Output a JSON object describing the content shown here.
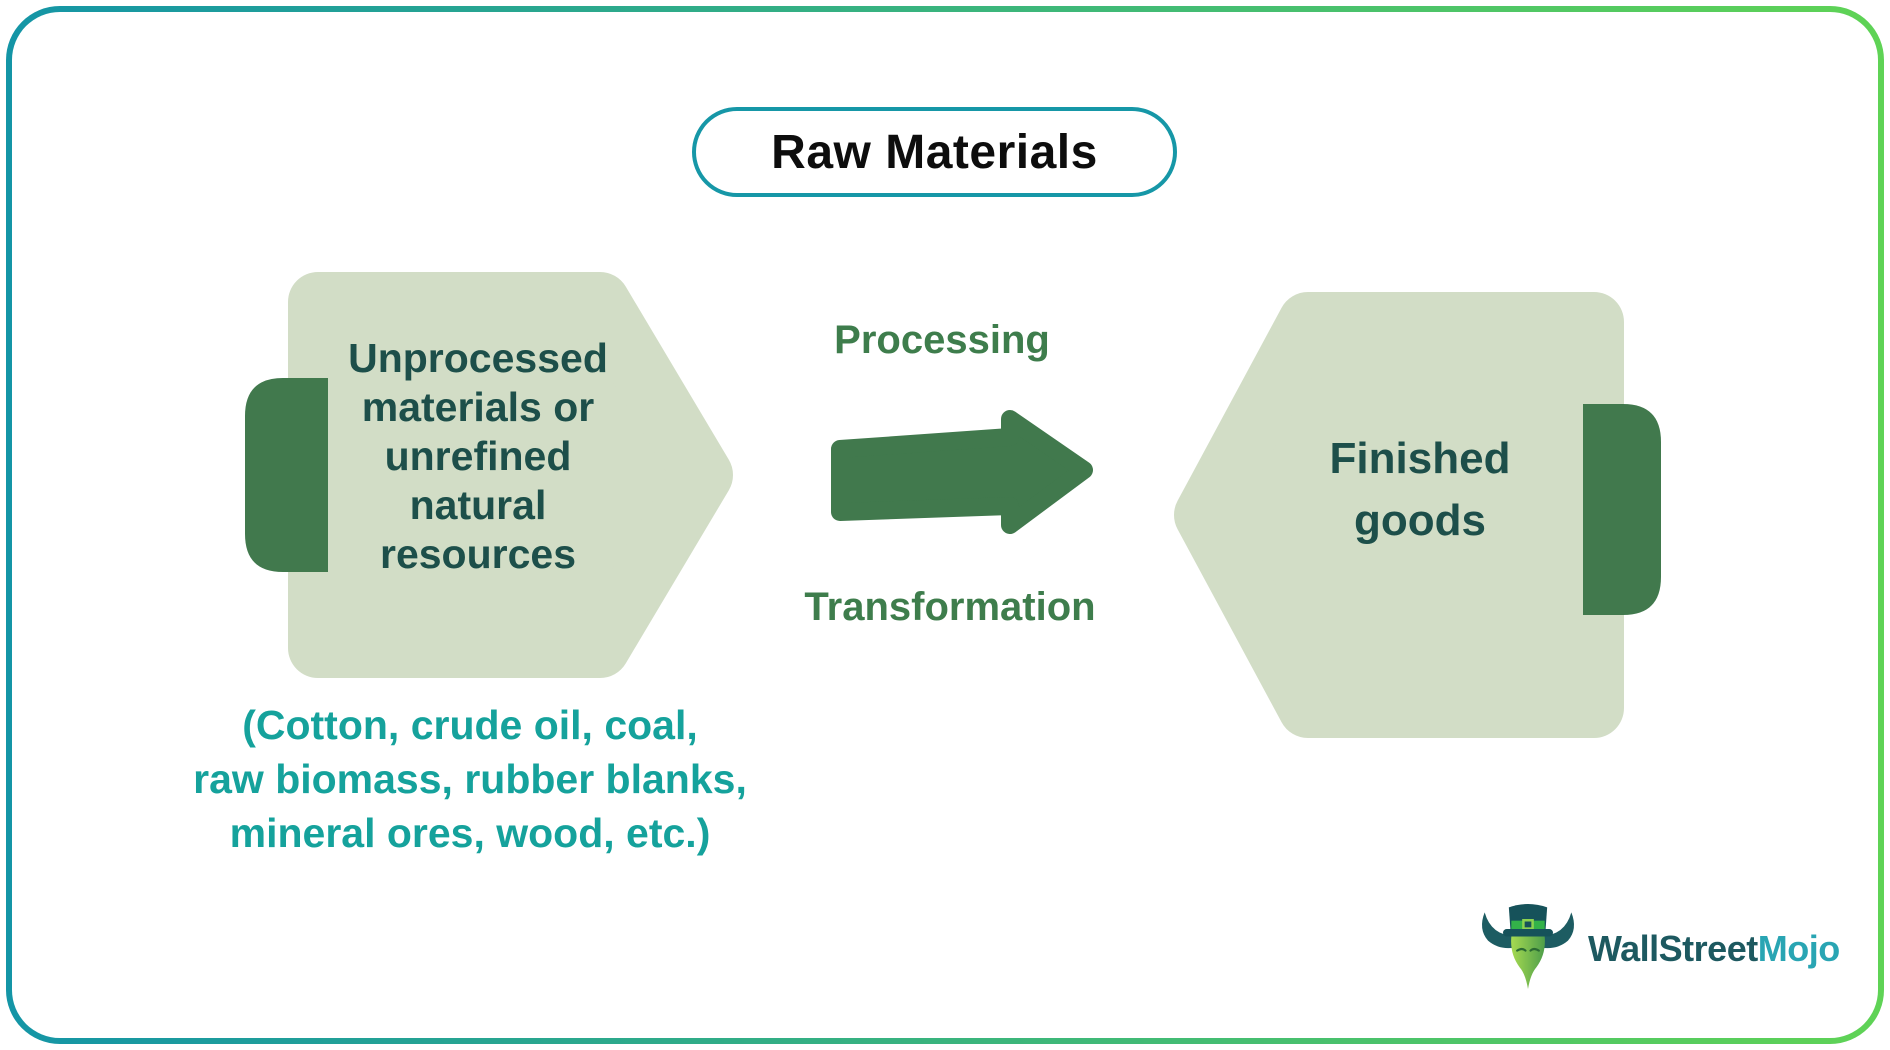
{
  "title": {
    "label": "Raw Materials"
  },
  "flow": {
    "source": {
      "label": "Unprocessed\nmaterials or\nunrefined\nnatural\nresources",
      "examples": "(Cotton, crude oil, coal,\nraw biomass, rubber blanks,\nmineral ores, wood, etc.)"
    },
    "process": {
      "label_top": "Processing",
      "label_bottom": "Transformation",
      "arrow_direction": "right"
    },
    "result": {
      "label": "Finished\ngoods"
    }
  },
  "branding": {
    "brand_primary": "WallStreet",
    "brand_accent": "Mojo"
  },
  "colors": {
    "shape_fill": "#d2ddc6",
    "shape_accent": "#41794d",
    "heading_text": "#1d4f4a",
    "process_text": "#3e7d4c",
    "examples_text": "#15a29c",
    "pill_border": "#1697a7",
    "title_text": "#0d0d0d",
    "frame_gradient_left": "#1495a6",
    "frame_gradient_right": "#5fd355",
    "logo_primary": "#1d5960",
    "logo_accent": "#29a5b3"
  }
}
